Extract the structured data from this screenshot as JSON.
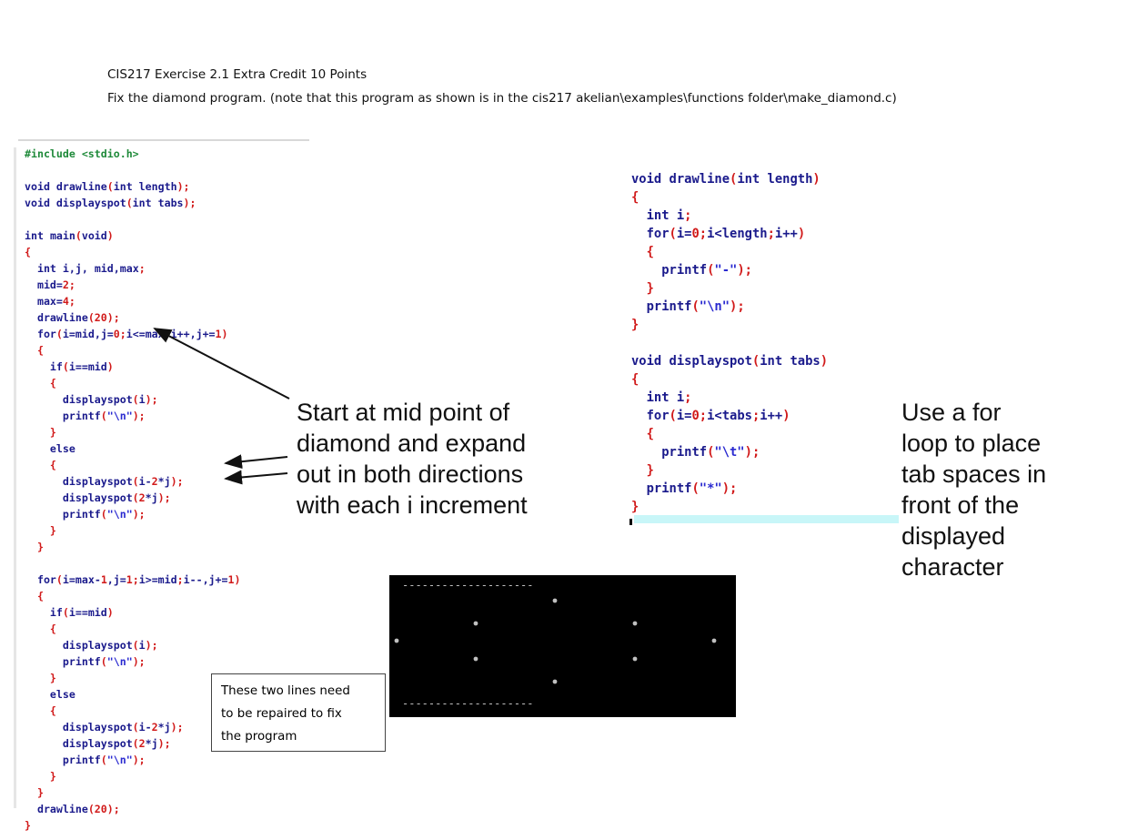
{
  "header": {
    "title": "CIS217 Exercise 2.1 Extra Credit 10 Points",
    "subtitle": "Fix the diamond program.  (note that this program as shown is in the cis217 akelian\\examples\\functions folder\\make_diamond.c)"
  },
  "left_code": [
    "#include <stdio.h>",
    "",
    "void drawline(int length);",
    "void displayspot(int tabs);",
    "",
    "int main(void)",
    "{",
    "  int i,j, mid,max;",
    "  mid=2;",
    "  max=4;",
    "  drawline(20);",
    "  for(i=mid,j=0;i<=max;i++,j+=1)",
    "  {",
    "    if(i==mid)",
    "    {",
    "      displayspot(i);",
    "      printf(\"\\n\");",
    "    }",
    "    else",
    "    {",
    "      displayspot(i-2*j);",
    "      displayspot(2*j);",
    "      printf(\"\\n\");",
    "    }",
    "  }",
    "",
    "  for(i=max-1,j=1;i>=mid;i--,j+=1)",
    "  {",
    "    if(i==mid)",
    "    {",
    "      displayspot(i);",
    "      printf(\"\\n\");",
    "    }",
    "    else",
    "    {",
    "      displayspot(i-2*j);",
    "      displayspot(2*j);",
    "      printf(\"\\n\");",
    "    }",
    "  }",
    "  drawline(20);",
    "}"
  ],
  "right_code": [
    "void drawline(int length)",
    "{",
    "  int i;",
    "  for(i=0;i<length;i++)",
    "  {",
    "    printf(\"-\");",
    "  }",
    "  printf(\"\\n\");",
    "}",
    "",
    "void displayspot(int tabs)",
    "{",
    "  int i;",
    "  for(i=0;i<tabs;i++)",
    "  {",
    "    printf(\"\\t\");",
    "  }",
    "  printf(\"*\");",
    "}"
  ],
  "callouts": {
    "mid_point": [
      "Start at mid point of",
      "diamond and expand",
      "out in both directions",
      "with each i increment"
    ],
    "tab_loop": [
      "Use a for",
      "loop to place",
      "tab spaces in",
      "front of the",
      "displayed",
      "character"
    ]
  },
  "note": [
    "These two lines need",
    "to be repaired to fix",
    "the program"
  ],
  "console": {
    "dash_line": "--------------------",
    "spot_rows": [
      [
        2
      ],
      [
        1,
        3
      ],
      [
        0,
        4
      ],
      [
        1,
        3
      ],
      [
        2
      ]
    ],
    "colors": {
      "background": "#000000",
      "text": "#c0c0c0"
    }
  },
  "colors": {
    "keyword": "#1a1a8c",
    "punctuation": "#d11a1a",
    "string": "#2a2ad0",
    "preprocessor": "#1f8a3a"
  }
}
